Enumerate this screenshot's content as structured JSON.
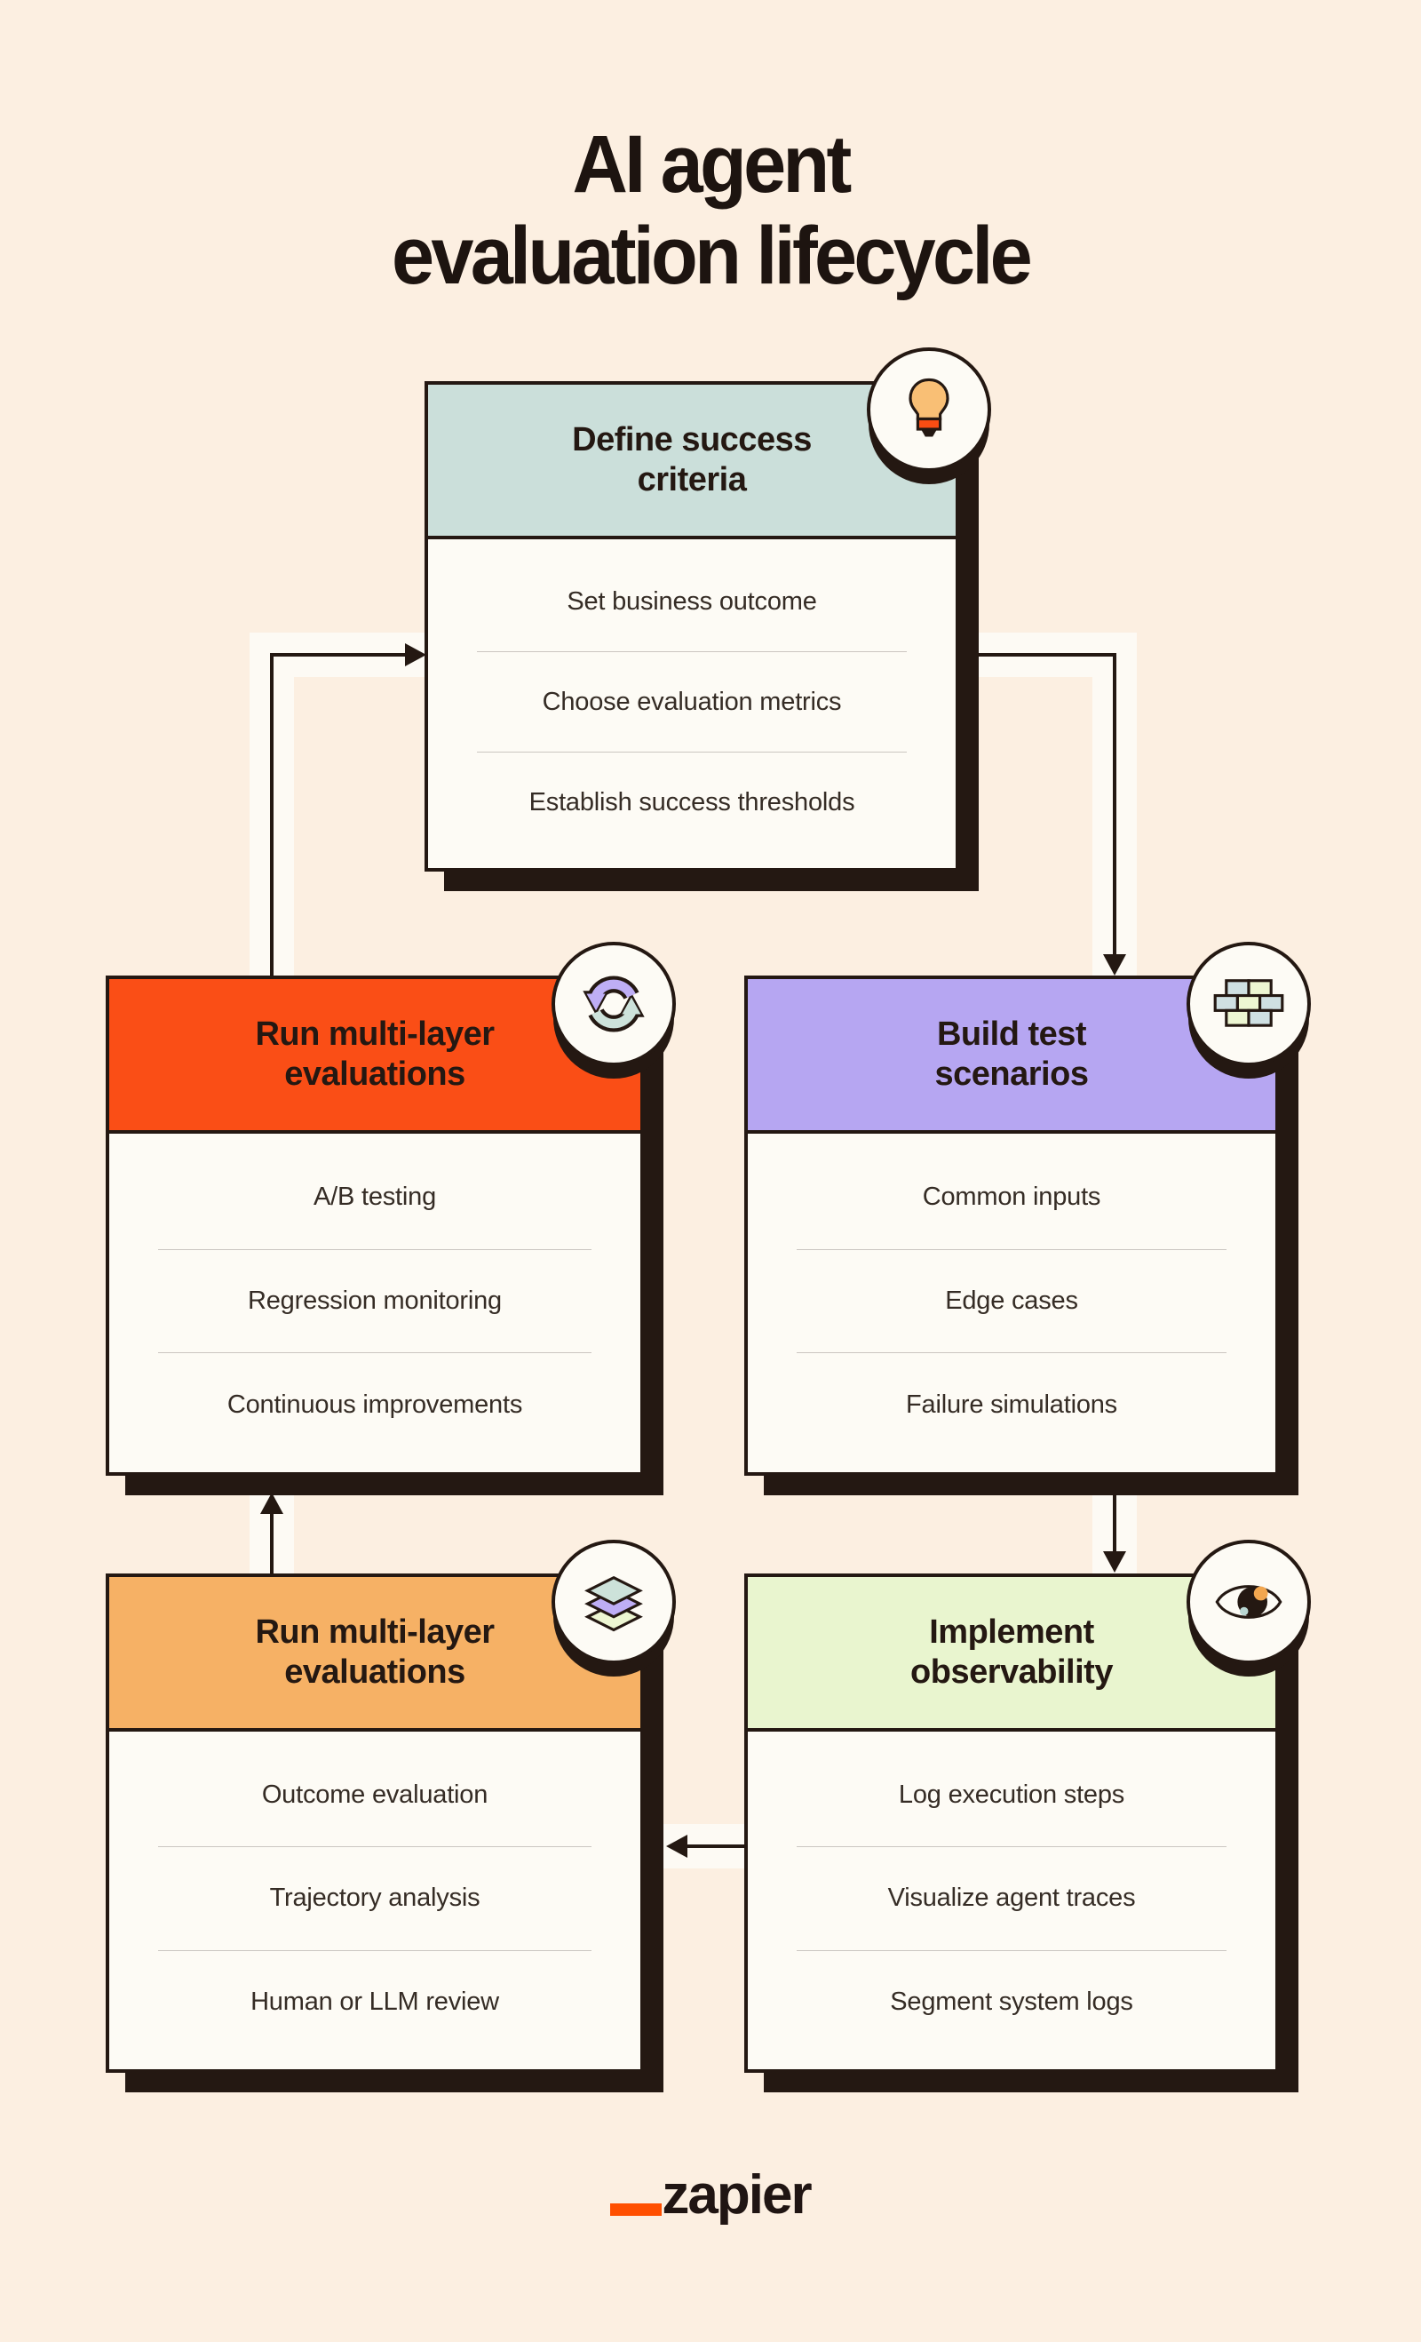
{
  "title": {
    "line1": "AI agent",
    "line2": "evaluation lifecycle"
  },
  "cards": [
    {
      "name": "define-success-criteria",
      "line1": "Define success",
      "line2": "criteria",
      "icon": "lightbulb-icon",
      "header_color": "#cbdfda",
      "items": [
        "Set business outcome",
        "Choose evaluation metrics",
        "Establish success thresholds"
      ]
    },
    {
      "name": "run-multi-layer-evaluations",
      "line1": "Run multi-layer",
      "line2": "evaluations",
      "icon": "refresh-cycle-icon",
      "header_color": "#fa4e16",
      "items": [
        "A/B testing",
        "Regression monitoring",
        "Continuous improvements"
      ]
    },
    {
      "name": "build-test-scenarios",
      "line1": "Build test",
      "line2": "scenarios",
      "icon": "brick-wall-icon",
      "header_color": "#b6a6f2",
      "items": [
        "Common inputs",
        "Edge cases",
        "Failure simulations"
      ]
    },
    {
      "name": "run-multi-layer-evaluations-2",
      "line1": "Run multi-layer",
      "line2": "evaluations",
      "icon": "layers-icon",
      "header_color": "#f6b165",
      "items": [
        "Outcome evaluation",
        "Trajectory analysis",
        "Human or LLM review"
      ]
    },
    {
      "name": "implement-observability",
      "line1": "Implement",
      "line2": "observability",
      "icon": "eye-icon",
      "header_color": "#e9f5cf",
      "items": [
        "Log execution steps",
        "Visualize agent traces",
        "Segment system logs"
      ]
    }
  ],
  "footer": {
    "brand": "zapier",
    "underscore_color": "#ff4f00"
  },
  "colors": {
    "background": "#fcefe1",
    "card_body": "#fdfbf5",
    "outline_and_shadow": "#241812",
    "title_text": "#1d1410",
    "item_text": "#352c25",
    "divider": "#cbc6c1",
    "connector_highlight_band": "#fdfaf4",
    "icon_purple": "#beaef5",
    "icon_mint": "#cde2da",
    "icon_lime": "#edf6d2",
    "icon_teal_brick": "#cfe0e2",
    "bulb_body": "#f9bf75",
    "bulb_base": "#f94d13",
    "eye_orange_dot": "#f2a64f",
    "eye_teal_dot": "#b9d6d2"
  }
}
